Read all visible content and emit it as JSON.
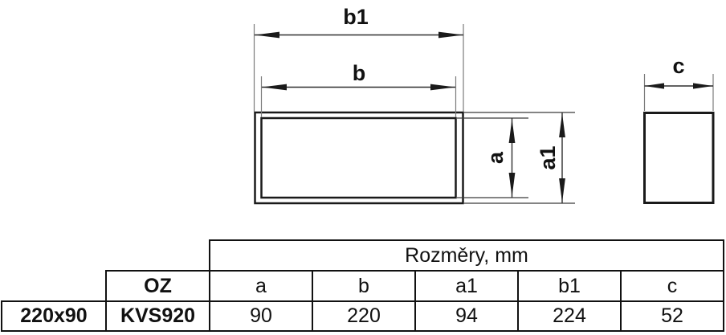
{
  "diagram": {
    "labels": {
      "b1": "b1",
      "b": "b",
      "a": "a",
      "a1": "a1",
      "c": "c"
    }
  },
  "table": {
    "span_header": "Rozměry, mm",
    "oz_header": "OZ",
    "col_headers": [
      "a",
      "b",
      "a1",
      "b1",
      "c"
    ],
    "row": {
      "size": "220x90",
      "code": "KVS920",
      "values": [
        "90",
        "220",
        "94",
        "224",
        "52"
      ]
    }
  },
  "colors": {
    "background": "#ffffff",
    "line": "#1a1a1a",
    "dimension": "#2e2e2e",
    "extension": "#7a7a7a",
    "table_border": "#111111",
    "text": "#111111"
  }
}
